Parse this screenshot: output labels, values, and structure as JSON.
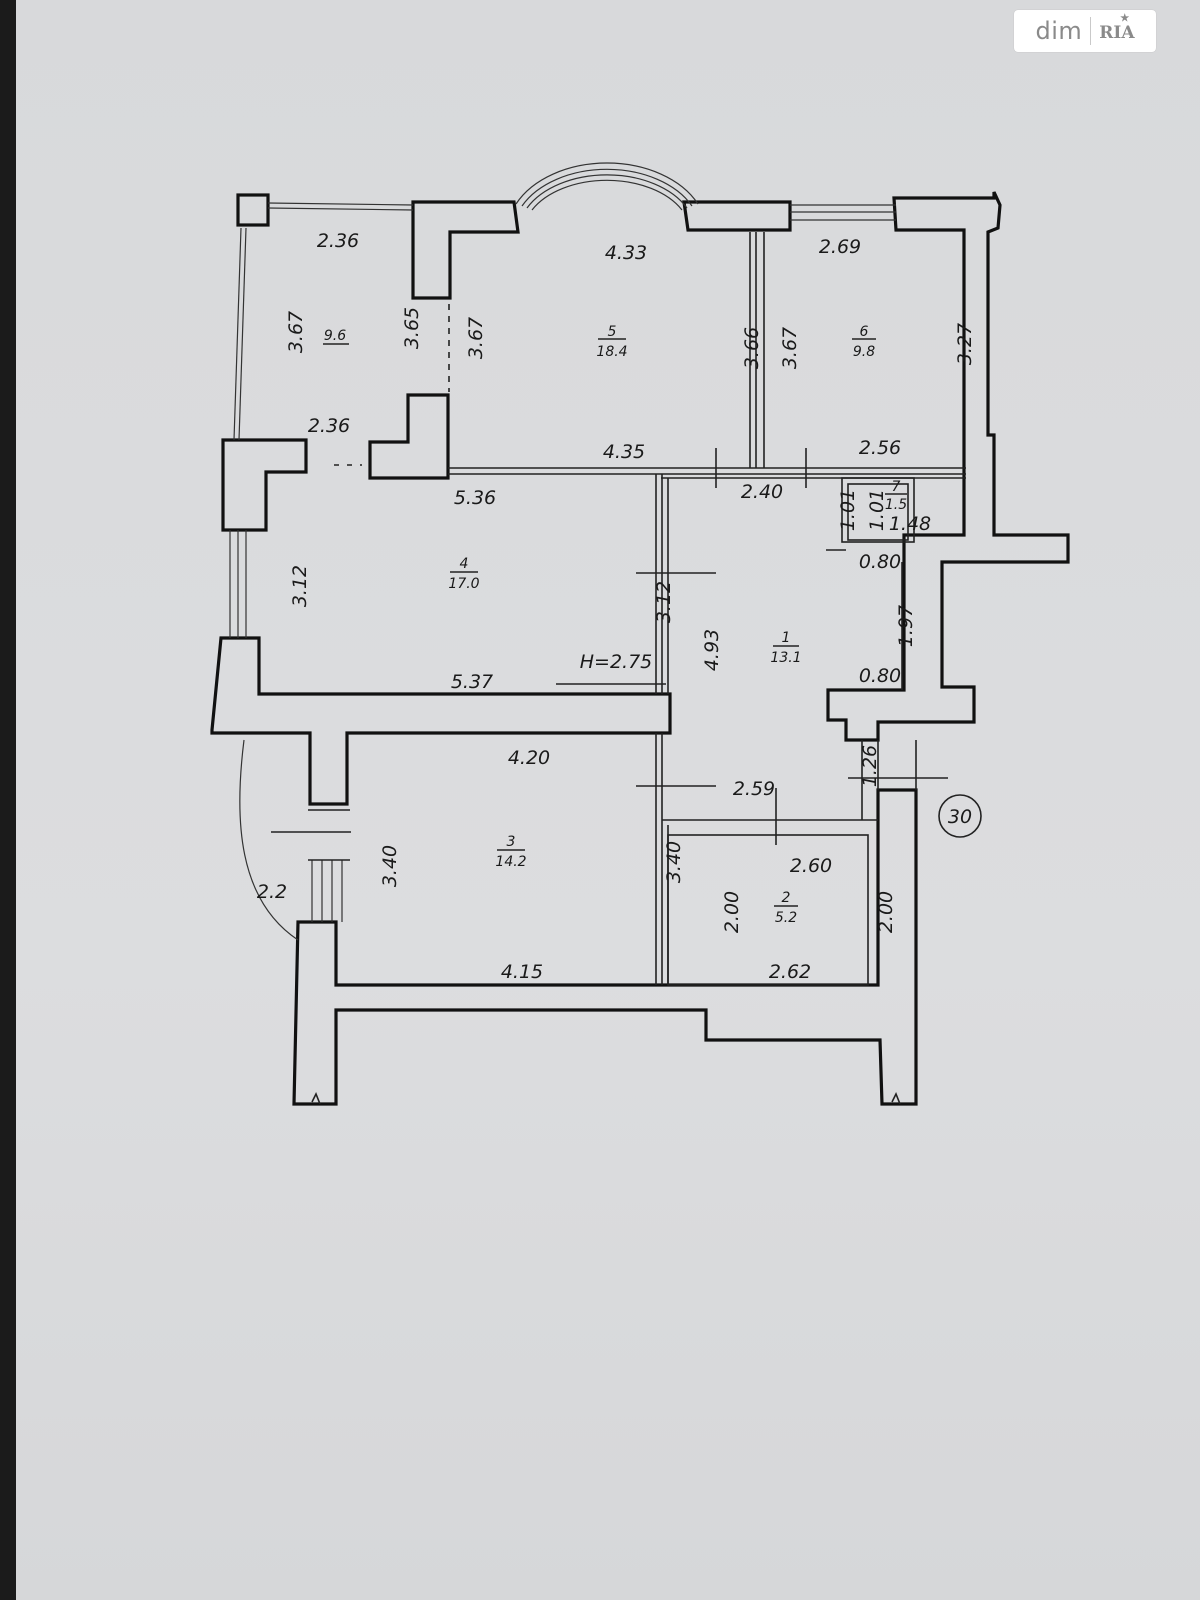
{
  "watermark": {
    "left": "dim",
    "right": "RIA"
  },
  "ceiling_height": "H=2.75",
  "apartment_number": "30",
  "rooms": [
    {
      "id": "r1",
      "number": "1",
      "area": "13.1"
    },
    {
      "id": "r2",
      "number": "2",
      "area": "5.2"
    },
    {
      "id": "r3",
      "number": "3",
      "area": "14.2"
    },
    {
      "id": "r4",
      "number": "4",
      "area": "17.0"
    },
    {
      "id": "r5",
      "number": "5",
      "area": "18.4"
    },
    {
      "id": "r6",
      "number": "6",
      "area": "9.8"
    },
    {
      "id": "r7",
      "number": "7",
      "area": "1.5"
    },
    {
      "id": "loggia",
      "number": "",
      "area": "9.6"
    }
  ],
  "dimensions": {
    "loggia_top": "2.36",
    "loggia_left": "3.67",
    "loggia_right": "3.65",
    "loggia_bottom": "2.36",
    "r5_top": "4.33",
    "r5_left": "3.67",
    "r5_right": "3.66",
    "r5_bottom": "4.35",
    "r6_top": "2.69",
    "r6_left": "3.67",
    "r6_right": "3.27",
    "r6_bottom": "2.56",
    "corridor_top": "2.40",
    "r7_left": "1.01",
    "r7_right": "1.01",
    "r7_bottom": "1.48",
    "r7_passage": "0.80",
    "hall_right": "1.97",
    "hall_passage": "0.80",
    "hall_left": "4.93",
    "entrance": "1.26",
    "r4_top": "5.36",
    "r4_left": "3.12",
    "r4_right": "3.12",
    "r4_bottom": "5.37",
    "r3_top": "4.20",
    "r3_left": "3.40",
    "r3_right": "3.40",
    "r3_bottom": "4.15",
    "balcony": "2.2",
    "r2_top_outer": "2.59",
    "r2_top": "2.60",
    "r2_left": "2.00",
    "r2_right": "2.00",
    "r2_bottom": "2.62"
  }
}
